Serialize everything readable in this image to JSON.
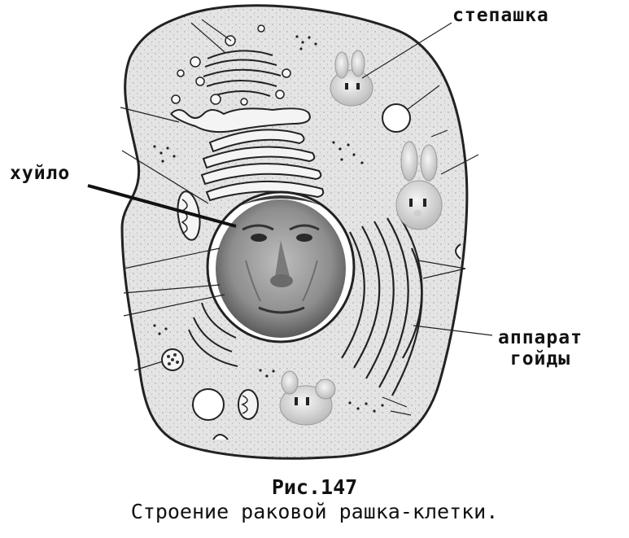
{
  "labels": {
    "stepashka": "степашка",
    "huilo": "хуйло",
    "apparat_line1": "аппарат",
    "apparat_line2": "гойды"
  },
  "caption": {
    "figure": "Рис.147",
    "text": "Строение раковой рашка-клетки."
  },
  "colors": {
    "membrane": "#222222",
    "cytoplasm": "#e6e6e6",
    "organelle_fill": "#f4f4f4",
    "face": "#9a9a9a"
  }
}
